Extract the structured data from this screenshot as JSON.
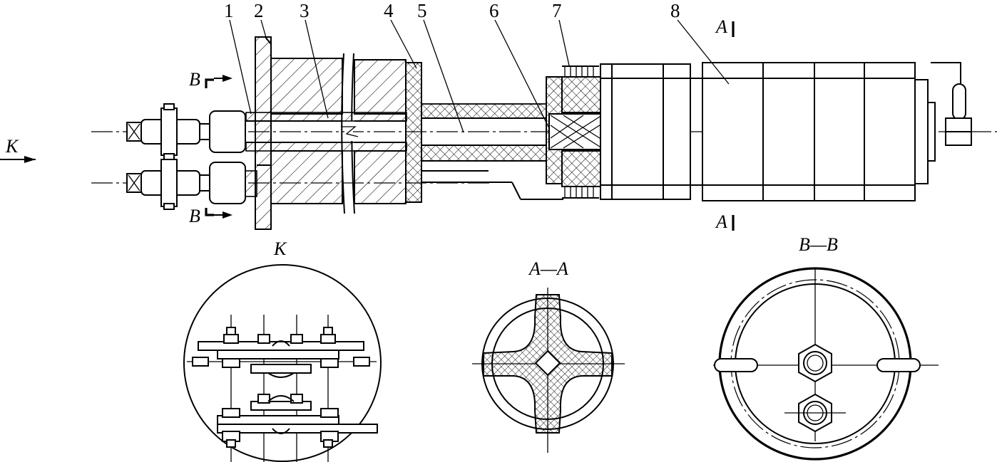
{
  "part_numbers": [
    "1",
    "2",
    "3",
    "4",
    "5",
    "6",
    "7",
    "8"
  ],
  "section_marks": {
    "a_top": "A",
    "a_bottom": "A",
    "b_top": "B",
    "b_bottom": "B"
  },
  "view_arrow": "K",
  "view_titles": {
    "k_view": "K",
    "a_section": "A—A",
    "b_section": "B—B"
  }
}
